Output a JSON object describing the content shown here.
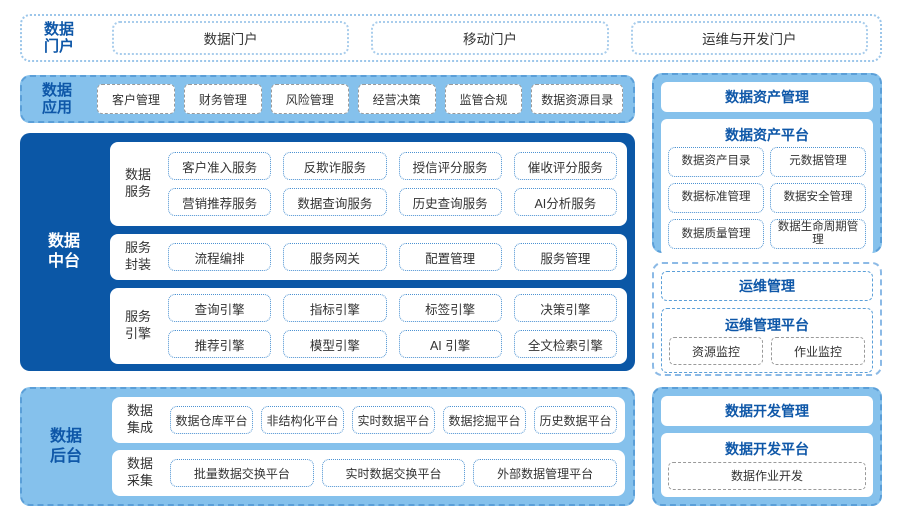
{
  "colors": {
    "dark_blue": "#0b57a6",
    "light_blue": "#85c1ec",
    "title_blue": "#0e57a8",
    "chip_border_blue": "#4c92d2",
    "chip_border_gray": "#9a9a9a"
  },
  "portal": {
    "label": "数据门户",
    "items": [
      "数据门户",
      "移动门户",
      "运维与开发门户"
    ]
  },
  "apps": {
    "label": "数据应用",
    "items": [
      "客户管理",
      "财务管理",
      "风险管理",
      "经营决策",
      "监管合规",
      "数据资源目录"
    ]
  },
  "middle_platform": {
    "label": "数据中台",
    "rows": [
      {
        "label": "数据服务",
        "items": [
          "客户准入服务",
          "反欺诈服务",
          "授信评分服务",
          "催收评分服务",
          "营销推荐服务",
          "数据查询服务",
          "历史查询服务",
          "AI分析服务"
        ]
      },
      {
        "label": "服务封装",
        "items": [
          "流程编排",
          "服务网关",
          "配置管理",
          "服务管理"
        ]
      },
      {
        "label": "服务引擎",
        "items": [
          "查询引擎",
          "指标引擎",
          "标签引擎",
          "决策引擎",
          "推荐引擎",
          "模型引擎",
          "AI 引擎",
          "全文检索引擎"
        ]
      }
    ]
  },
  "backend": {
    "label": "数据后台",
    "rows": [
      {
        "label": "数据集成",
        "items": [
          "数据仓库平台",
          "非结构化平台",
          "实时数据平台",
          "数据挖掘平台",
          "历史数据平台"
        ]
      },
      {
        "label": "数据采集",
        "items": [
          "批量数据交换平台",
          "实时数据交换平台",
          "外部数据管理平台"
        ]
      }
    ]
  },
  "asset_mgmt": {
    "title": "数据资产管理",
    "platform_title": "数据资产平台",
    "items": [
      "数据资产目录",
      "元数据管理",
      "数据标准管理",
      "数据安全管理",
      "数据质量管理",
      "数据生命周期管理"
    ]
  },
  "ops_mgmt": {
    "title": "运维管理",
    "platform_title": "运维管理平台",
    "items": [
      "资源监控",
      "作业监控"
    ]
  },
  "dev_mgmt": {
    "title": "数据开发管理",
    "platform_title": "数据开发平台",
    "items": [
      "数据作业开发"
    ]
  }
}
